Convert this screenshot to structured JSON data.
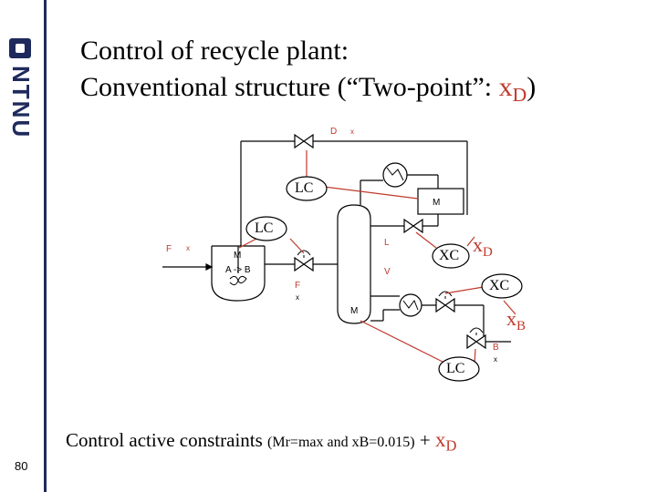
{
  "sidebar": {
    "logo_text": "NTNU",
    "page_number": "80"
  },
  "title": {
    "line1": "Control of recycle plant:",
    "line2_prefix": "Conventional structure (“Two-point”: ",
    "line2_var": "x",
    "line2_sub": "D",
    "line2_suffix": ")"
  },
  "diagram": {
    "controllers": {
      "lc_top": "LC",
      "lc_left": "LC",
      "lc_bottom": "LC",
      "xc_top": "XC",
      "xc_right": "XC"
    },
    "measurements": {
      "xd_var": "x",
      "xd_sub": "D",
      "xb_var": "x",
      "xb_sub": "B"
    },
    "stream_labels": {
      "d": "D",
      "xd": "x",
      "fo": "F",
      "xo": "x",
      "l": "L",
      "v": "V",
      "f": "F",
      "xf": "x",
      "b": "B",
      "xb": "x",
      "mr": "M",
      "md": "M",
      "mb": "M",
      "reaction": "A -> B"
    },
    "colors": {
      "signal_lines": "#c0392b",
      "equipment": "#000000"
    }
  },
  "footer": {
    "prefix": "Control active constraints ",
    "constraint": "(Mr=max and xB=0.015)",
    "plus": " + ",
    "var": "x",
    "sub": "D"
  }
}
